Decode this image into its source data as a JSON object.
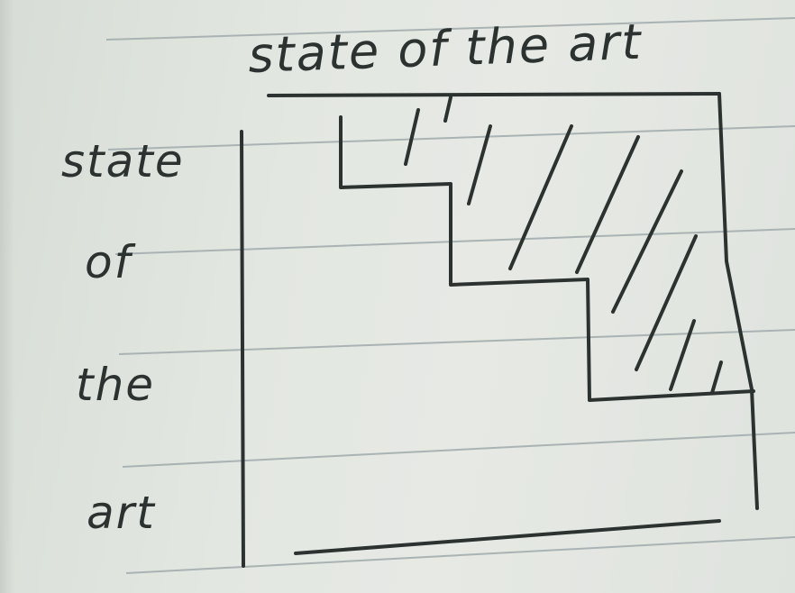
{
  "diagram": {
    "top_label": "state of the art",
    "side_words": [
      "state",
      "of",
      "the",
      "art"
    ]
  },
  "colors": {
    "paper": "#e3e7e2",
    "ink": "#2b3230",
    "rule_line": "#aab3b4"
  }
}
